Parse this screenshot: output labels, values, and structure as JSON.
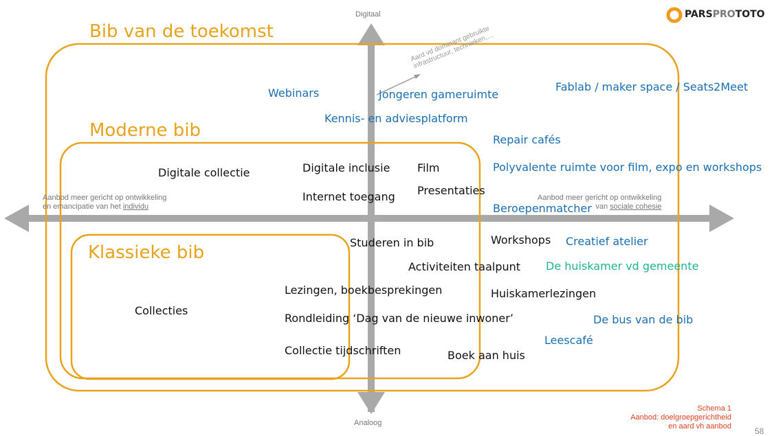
{
  "logo": {
    "part1": "PARS",
    "part2": "PRO",
    "part3": "TOTO"
  },
  "axes": {
    "top": "Digitaal",
    "bottom": "Analoog",
    "left_line1": "Aanbod meer gericht op ontwikkeling",
    "left_line2_prefix": "en emancipatie van het ",
    "left_line2_underlined": "individu",
    "right_line1": "Aanbod meer gericht op ontwikkeling",
    "right_line2_prefix": "van ",
    "right_line2_underlined": "sociale cohesie",
    "diagonal_line1": "Aard vd dominant gebruikte",
    "diagonal_line2": "infrastructuur, technieken,..."
  },
  "zones": {
    "toekomst": "Bib van de toekomst",
    "moderne": "Moderne bib",
    "klassieke": "Klassieke bib"
  },
  "items": {
    "webinars": "Webinars",
    "jongeren": "Jongeren gameruimte",
    "fablab": "Fablab / maker space / Seats2Meet",
    "kennis": "Kennis- en adviesplatform",
    "repair": "Repair cafés",
    "digitale_collectie": "Digitale collectie",
    "digitale_inclusie": "Digitale inclusie",
    "film": "Film",
    "polyvalente": "Polyvalente ruimte voor film, expo en workshops",
    "internet": "Internet toegang",
    "presentaties": "Presentaties",
    "beroepenmatcher": "Beroepenmatcher",
    "studeren": "Studeren in bib",
    "workshops": "Workshops",
    "creatief": "Creatief atelier",
    "activiteiten": "Activiteiten taalpunt",
    "huiskamer_gemeente": "De huiskamer vd gemeente",
    "lezingen": "Lezingen, boekbesprekingen",
    "huiskamerlezingen": "Huiskamerlezingen",
    "collecties": "Collecties",
    "rondleiding": "Rondleiding ‘Dag van de nieuwe inwoner’",
    "bus": "De bus van de bib",
    "leescafe": "Leescafé",
    "tijdschriften": "Collectie tijdschriften",
    "boek_aan_huis": "Boek aan huis"
  },
  "note": {
    "line1": "Schema 1",
    "line2": "Aanbod: doelgroepgerichtheid",
    "line3": "en aard vh aanbod"
  },
  "page_number": "58",
  "colors": {
    "zone_orange": "#e8a21b",
    "item_blue": "#1a6fb3",
    "item_green": "#1fb393",
    "axis_gray": "#a9a9a9",
    "note_red": "#d9431f"
  }
}
